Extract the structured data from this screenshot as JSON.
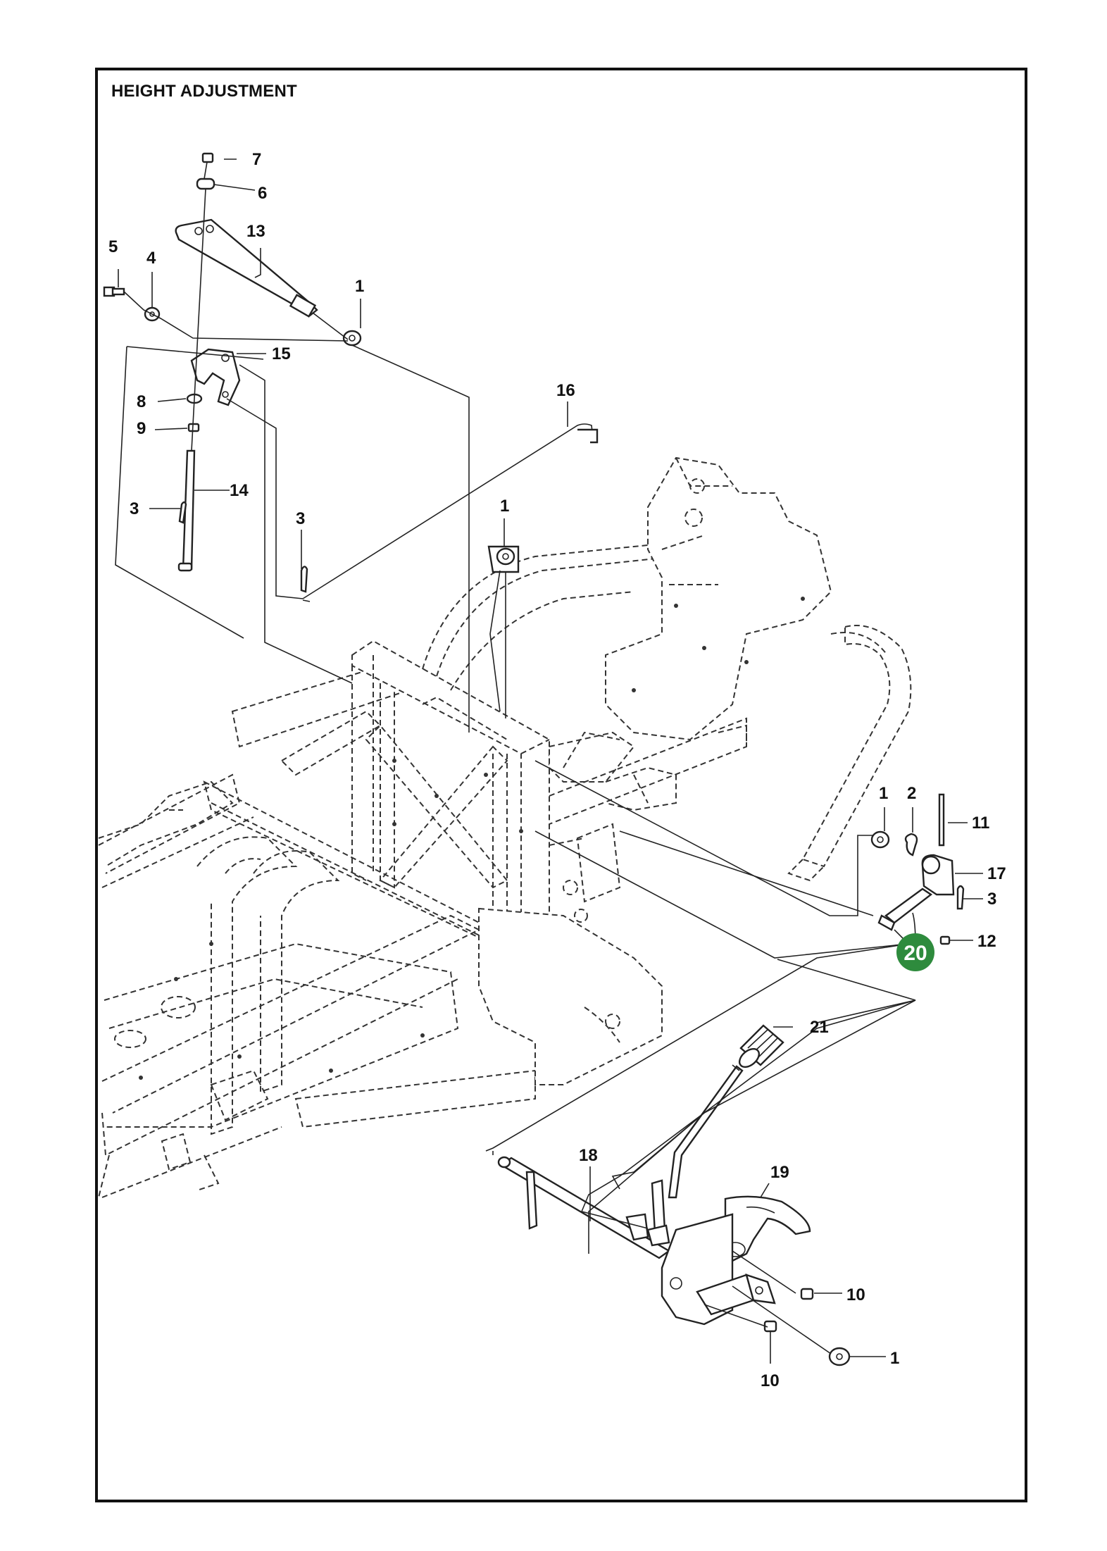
{
  "page": {
    "title": "HEIGHT ADJUSTMENT"
  },
  "colors": {
    "frame": "#111111",
    "highlight": "#2e8b3d",
    "line": "#222222",
    "dashed": "#333333"
  },
  "callouts": [
    {
      "id": "c7",
      "label": "7"
    },
    {
      "id": "c6",
      "label": "6"
    },
    {
      "id": "c13",
      "label": "13"
    },
    {
      "id": "c5",
      "label": "5"
    },
    {
      "id": "c4",
      "label": "4"
    },
    {
      "id": "c1a",
      "label": "1"
    },
    {
      "id": "c15",
      "label": "15"
    },
    {
      "id": "c16",
      "label": "16"
    },
    {
      "id": "c8",
      "label": "8"
    },
    {
      "id": "c9",
      "label": "9"
    },
    {
      "id": "c14",
      "label": "14"
    },
    {
      "id": "c3a",
      "label": "3"
    },
    {
      "id": "c3b",
      "label": "3"
    },
    {
      "id": "c1b",
      "label": "1"
    },
    {
      "id": "c1c",
      "label": "1"
    },
    {
      "id": "c2",
      "label": "2"
    },
    {
      "id": "c11",
      "label": "11"
    },
    {
      "id": "c17",
      "label": "17"
    },
    {
      "id": "c3c",
      "label": "3"
    },
    {
      "id": "c12",
      "label": "12"
    },
    {
      "id": "c21",
      "label": "21"
    },
    {
      "id": "c18",
      "label": "18"
    },
    {
      "id": "c19",
      "label": "19"
    },
    {
      "id": "c10a",
      "label": "10"
    },
    {
      "id": "c1d",
      "label": "1"
    },
    {
      "id": "c10b",
      "label": "10"
    }
  ],
  "highlight": {
    "label": "20"
  }
}
